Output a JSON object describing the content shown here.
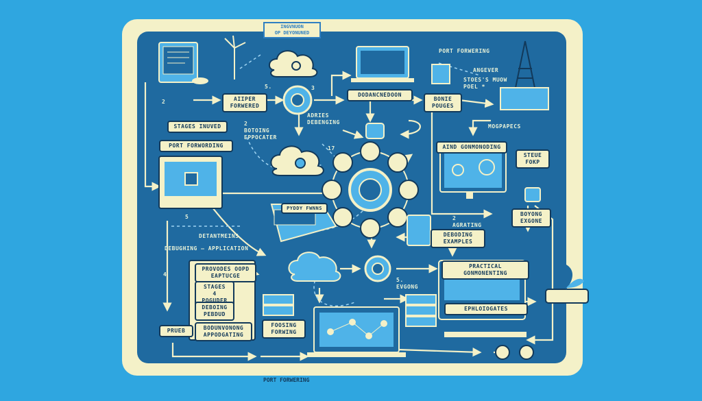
{
  "top_note": "INGVNUON\nOP DEYONUNED",
  "bottom_caption": "PORT FORWERING",
  "labels": {
    "stages_inuved": "STAGES INUVED",
    "port_forwording": "PORT FORWORDING",
    "aiiper_forwered": "AIIPER\nFORWERED",
    "dodancnedoon": "DODANCNEDOON",
    "bonie_pouges": "BONIE\nPOUGES",
    "aind_gonmonoding": "AIND GONMONODING",
    "steue_fokp": "STEUE\nFOKP",
    "boyong_exgone": "BOYONG\nEXGONE",
    "deboding_examples": "DEBODING\nEXAMPLES",
    "practical_gonmonenting": "PRACTICAL GONMONENTING",
    "ephloiogates": "EPHLOIOGATES",
    "provodes_eapeuse": "PROVODES OOPD\nEAPTUCGE",
    "stages_poguder": "STAGES\n4 POGUDER",
    "deboing_pebdud": "DEBOING\nPEBDUD",
    "bodunyoing_appoiating": "BODUNVONONG\nAPPODGATING",
    "foosing_forwing": "FOOSING\nFORWING",
    "prueb": "PRUEB",
    "pyddy_fwnd": "PYDDY FWNNS"
  },
  "texts": {
    "port_forwering_top": "PORT FORWERING",
    "angever": "ANGEVER",
    "stoes_mow_poel": "STOES'S MUOW\nPOEL *",
    "adries_debenging": "ADRIES\nDEBENGING",
    "botoing_eppocater": "2\nBOTOING\nEPPOCATER",
    "mogpapecs": "MOGPAPECS",
    "detentmeins": "DETANTMEINS",
    "debughing_application": "DEBUGHING — APPLICATION",
    "agrating": "2\nAGRATING",
    "evgong": "5.\nEVGONG",
    "num_5a": "5.",
    "num_5b": "5",
    "num_2a": "2",
    "num_3": "3",
    "num_4": "4",
    "num_17": "17"
  },
  "icons": [
    "laptop-icon",
    "cloud-icon",
    "gear-hub-icon",
    "server-icon",
    "monitor-icon",
    "coffee-cup-icon",
    "plant-icon",
    "tower-icon",
    "windmill-icon",
    "network-icon"
  ],
  "colors": {
    "background": "#2fa6e0",
    "panel": "#f4f1c8",
    "board": "#1f6aa0",
    "ink": "#12395a",
    "accent": "#4fb3e8"
  }
}
